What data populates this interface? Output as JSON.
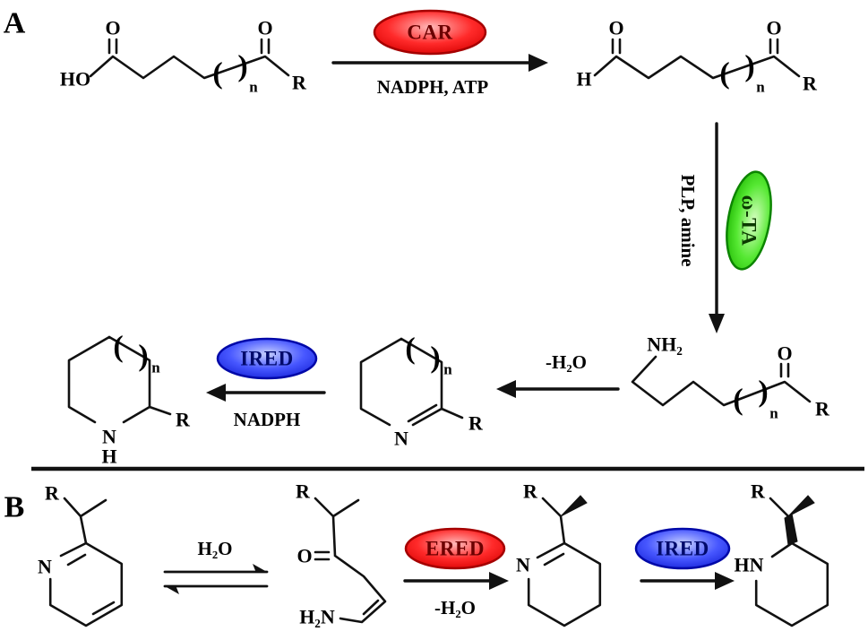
{
  "figure": {
    "panel_a_label": "A",
    "panel_b_label": "B"
  },
  "enzymes": {
    "car": "CAR",
    "wta": "ω-TA",
    "ired": "IRED",
    "ered": "ERED"
  },
  "reagents": {
    "nadph_atp": "NADPH, ATP",
    "plp_amine": "PLP, amine",
    "minus_h2o": "-H₂O",
    "nadph": "NADPH",
    "h2o": "H₂O"
  },
  "atoms": {
    "o": "O",
    "ho": "HO",
    "h": "H",
    "r": "R",
    "n_sub": "n",
    "nitrogen": "N",
    "nh2": "NH₂",
    "h2n": "H₂N",
    "hn": "HN",
    "lparen": "(",
    "rparen": ")"
  },
  "colors": {
    "red_enzyme": "#e60000",
    "green_enzyme": "#2fd400",
    "blue_enzyme": "#2433e8",
    "line": "#111111"
  }
}
